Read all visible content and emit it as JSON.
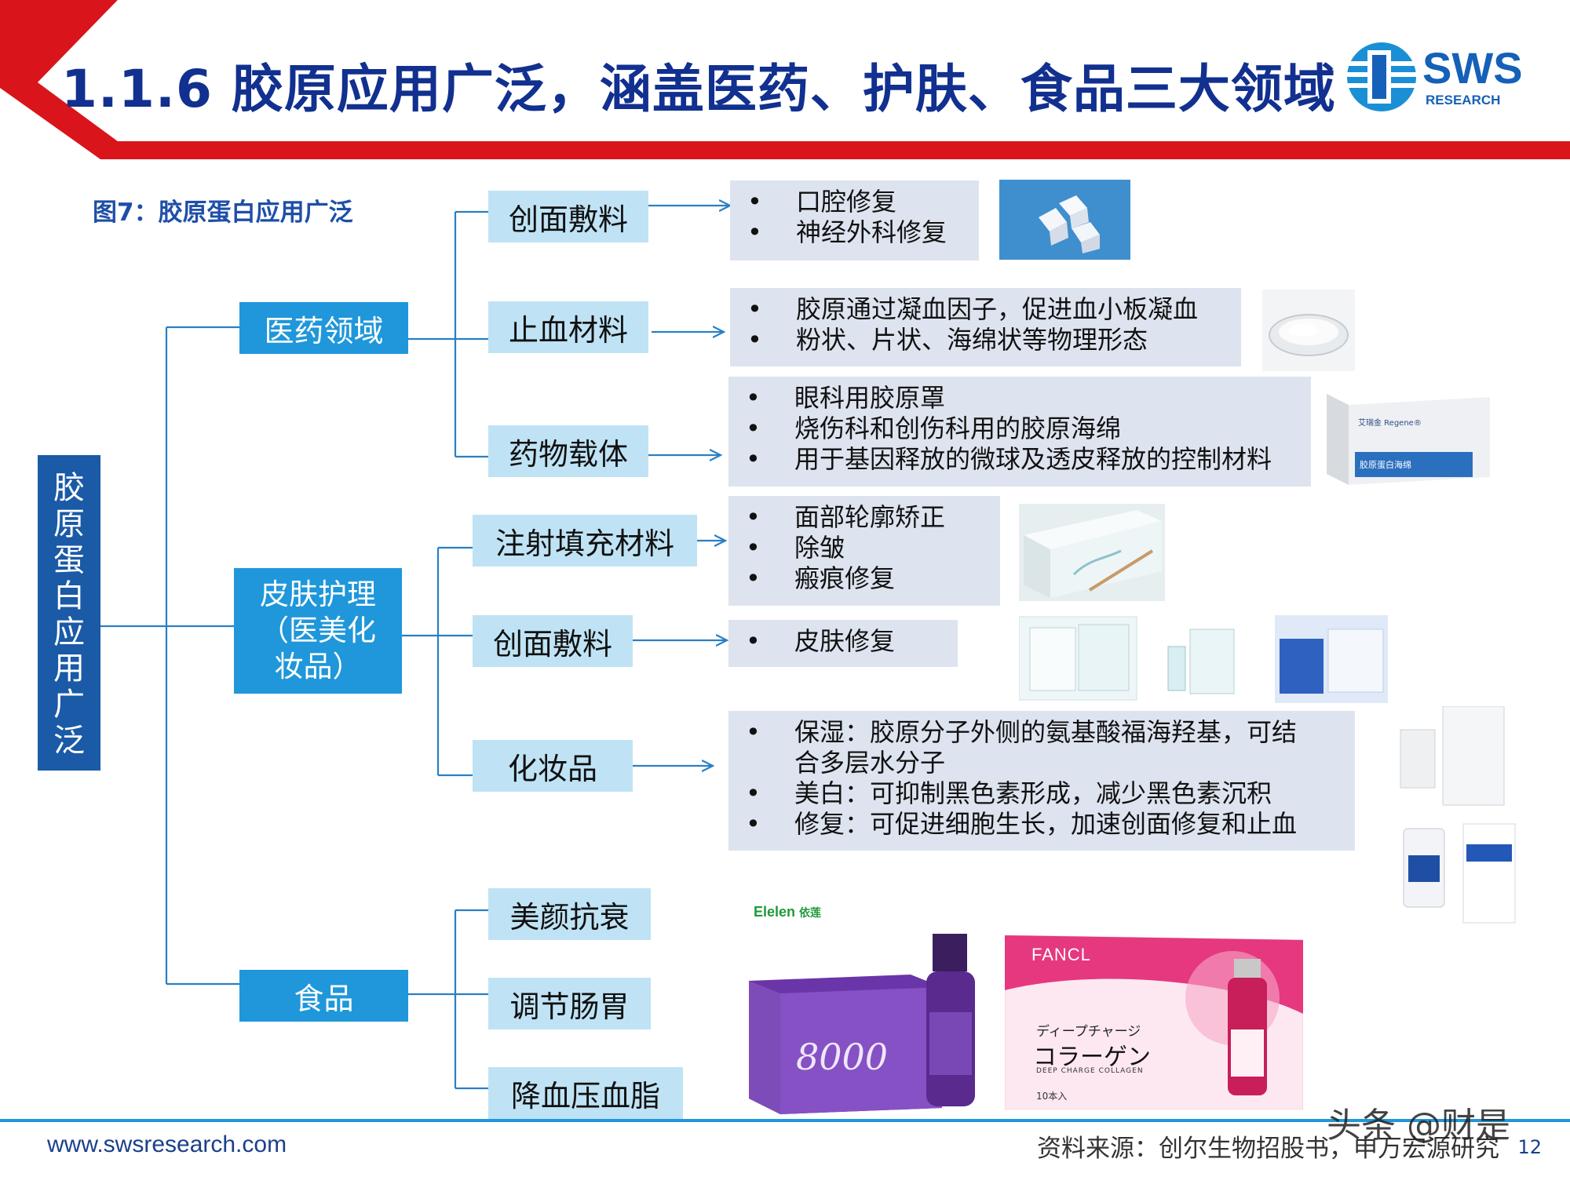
{
  "header": {
    "title": "1.1.6 胶原应用广泛，涵盖医药、护肤、食品三大领域",
    "logo_text": "SWS",
    "logo_subtext": "RESEARCH"
  },
  "figure": {
    "caption": "图7：胶原蛋白应用广泛",
    "root_chars": [
      "胶",
      "原",
      "蛋",
      "白",
      "应",
      "用",
      "广",
      "泛"
    ],
    "categories": {
      "medical": "医药领域",
      "skin": [
        "皮肤护理",
        "（医美化",
        "妆品）"
      ],
      "food": "食品"
    },
    "medical_items": [
      "创面敷料",
      "止血材料",
      "药物载体"
    ],
    "skin_items": [
      "注射填充材料",
      "创面敷料",
      "化妆品"
    ],
    "food_items": [
      "美颜抗衰",
      "调节肠胃",
      "降血压血脂"
    ],
    "details": {
      "wound_medical": [
        "口腔修复",
        "神经外科修复"
      ],
      "hemostatic": [
        "胶原通过凝血因子，促进血小板凝血",
        "粉状、片状、海绵状等物理形态"
      ],
      "carrier": [
        "眼科用胶原罩",
        "烧伤科和创伤科用的胶原海绵",
        "用于基因释放的微球及透皮释放的控制材料"
      ],
      "filler": [
        "面部轮廓矫正",
        "除皱",
        "瘢痕修复"
      ],
      "wound_skin": [
        "皮肤修复"
      ],
      "cosmetics": [
        "保湿：胶原分子外侧的氨基酸福海羟基，可结",
        "合多层水分子",
        "美白：可抑制黑色素形成，减少黑色素沉积",
        "修复：可促进细胞生长，加速创面修复和止血"
      ]
    },
    "product_labels": {
      "regene_brand": "艾瑞金 Regene®",
      "regene_product": "胶原蛋白海绵",
      "elelen_brand": "Elelen",
      "elelen_cn": "依莲",
      "elelen_product": "8000",
      "fancl_brand": "FANCL",
      "fancl_product_jp": "コラーゲン",
      "fancl_sub_jp": "ディープチャージ",
      "fancl_en": "DEEP CHARGE COLLAGEN",
      "fancl_count": "10本入"
    }
  },
  "footer": {
    "url": "www.swsresearch.com",
    "source": "资料来源：创尔生物招股书，申万宏源研究",
    "page": "12",
    "watermark": "头条 @财是"
  },
  "colors": {
    "title_blue": "#11308f",
    "red_band": "#d9141b",
    "dark_box": "#1f97da",
    "light_box": "#bfe3f5",
    "root_box": "#1a5aa6",
    "info_bg": "#dde4ef",
    "connector": "#2a7fc4"
  }
}
